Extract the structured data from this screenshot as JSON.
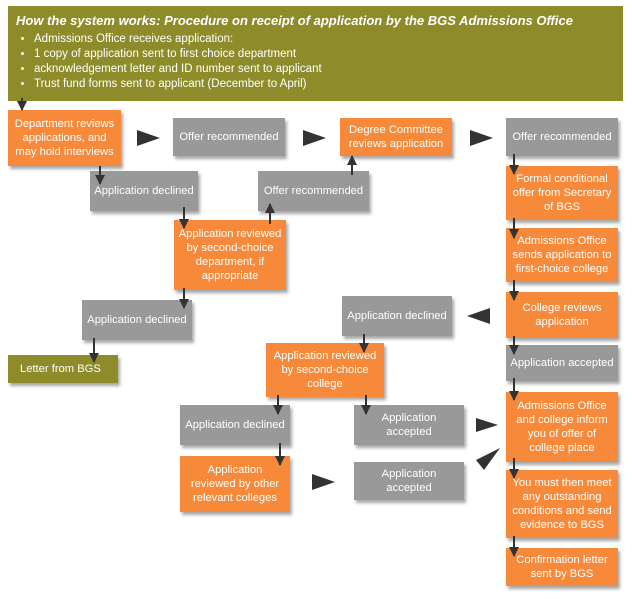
{
  "header": {
    "title": "How the system works: Procedure on receipt of application by the BGS Admissions Office",
    "bullets": [
      "Admissions Office receives application:",
      "1 copy of application sent to first choice department",
      "acknowledgement letter and ID number sent to applicant",
      "Trust fund forms sent to applicant (December to April)"
    ]
  },
  "boxes": {
    "dept_review": "Department reviews applications, and may hold interviews",
    "offer_rec_1": "Offer recommended",
    "degree_committee": "Degree Committee reviews application",
    "offer_rec_2": "Offer recommended",
    "app_declined_1": "Application declined",
    "offer_rec_3": "Offer recommended",
    "formal_offer": "Formal conditional offer from Secretary of BGS",
    "second_dept": "Application reviewed by second-choice department, if appropriate",
    "admissions_sends": "Admissions Office sends application to first-choice college",
    "app_declined_2": "Application declined",
    "app_declined_3": "Application declined",
    "college_reviews": "College reviews application",
    "letter_bgs": "Letter from BGS",
    "second_college": "Application reviewed by second-choice college",
    "app_accepted_1": "Application accepted",
    "app_declined_4": "Application declined",
    "app_accepted_2": "Application accepted",
    "admissions_inform": "Admissions Office and college inform you of offer of college place",
    "other_colleges": "Application reviewed by other relevant colleges",
    "app_accepted_3": "Application accepted",
    "meet_conditions": "You must then meet any outstanding conditions and send evidence to BGS",
    "confirmation": "Confirmation letter sent by BGS"
  },
  "colors": {
    "orange": "#f7893a",
    "grey": "#999999",
    "olive": "#8e8c2a",
    "arrow": "#333333"
  }
}
